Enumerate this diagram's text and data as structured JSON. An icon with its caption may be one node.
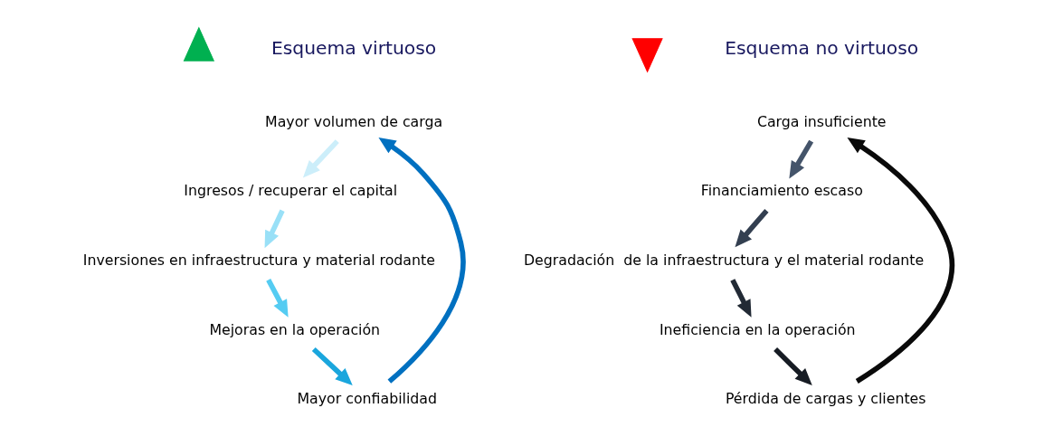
{
  "diagram": {
    "nodes": [
      {
        "text": [
          "Mayor volumen de carga"
        ]
      },
      {
        "text": [
          "Ingresos / recuperar el capital"
        ]
      },
      {
        "text": [
          "Inversiones en infraestructura y material rodante"
        ]
      },
      {
        "text": [
          "Mejoras en la operación"
        ]
      },
      {
        "text": [
          "Mayor confiabilidad"
        ]
      },
      {
        "text": [],
        "shape": "arrow"
      },
      {
        "text": [
          "Carga insuficiente"
        ]
      },
      {
        "text": [
          "Financiamiento escaso"
        ]
      },
      {
        "text": [
          "Degradación  de la infraestructura y el material rodante"
        ]
      },
      {
        "text": [
          "Ineficiencia en la operación"
        ]
      },
      {
        "text": [
          "Pérdida de cargas y clientes"
        ]
      },
      {
        "text": [],
        "shape": "arrow"
      }
    ],
    "edges": [
      {
        "from": 0,
        "to": 1,
        "arrow": "to",
        "color": "#cceefa"
      },
      {
        "from": 1,
        "to": 2,
        "arrow": "to",
        "color": "#99e0f7"
      },
      {
        "from": 2,
        "to": 3,
        "arrow": "to",
        "color": "#55ccf2"
      },
      {
        "from": 3,
        "to": 4,
        "arrow": "to",
        "color": "#1aa6dd"
      },
      {
        "from": 4,
        "to": 0,
        "arrow": "to",
        "color": "#0070c0"
      },
      {
        "from": 6,
        "to": 7,
        "arrow": "to",
        "color": "#44546a"
      },
      {
        "from": 7,
        "to": 8,
        "arrow": "to",
        "color": "#333f50"
      },
      {
        "from": 8,
        "to": 9,
        "arrow": "to",
        "color": "#222a35"
      },
      {
        "from": 9,
        "to": 10,
        "arrow": "to",
        "color": "#171c24"
      },
      {
        "from": 10,
        "to": 6,
        "arrow": "to",
        "color": "#0a0a0a"
      }
    ],
    "labels": [
      "Esquema virtuoso",
      "Esquema no virtuoso"
    ]
  }
}
